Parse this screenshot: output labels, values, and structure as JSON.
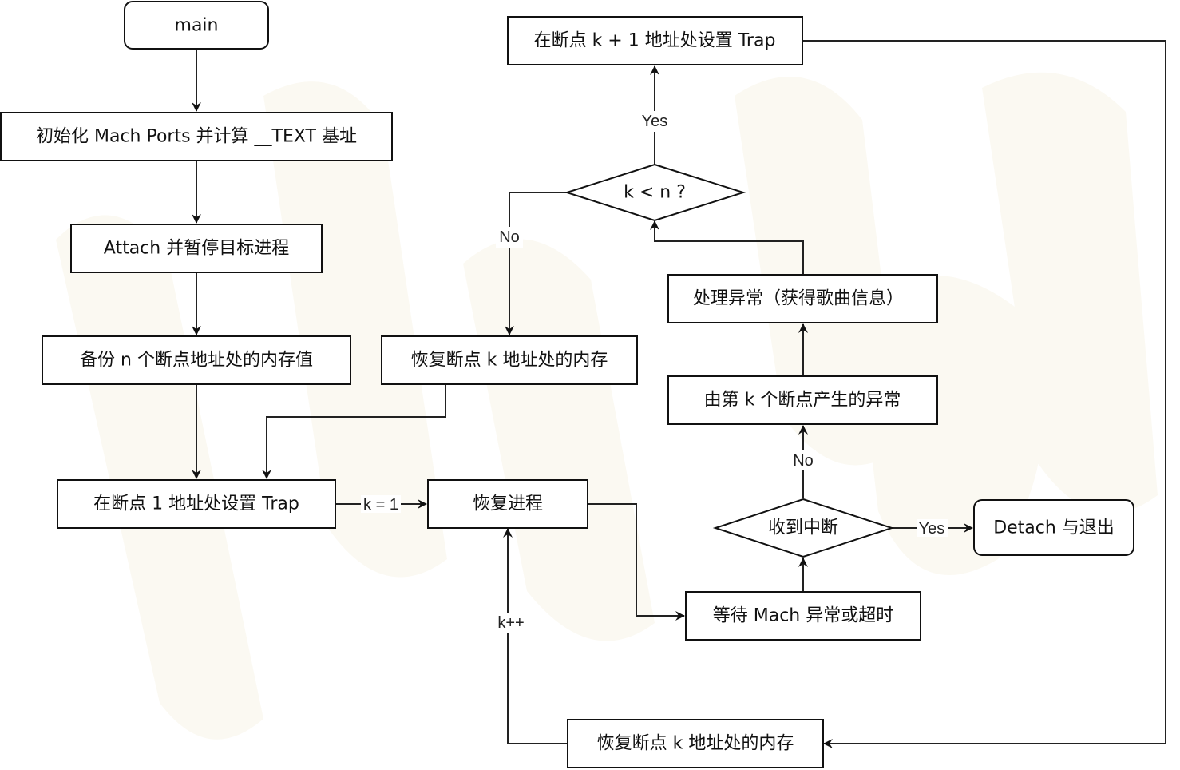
{
  "diagram": {
    "type": "flowchart",
    "nodes": {
      "main": "main",
      "init": "初始化 Mach Ports 并计算 __TEXT 基址",
      "attach": "Attach 并暂停目标进程",
      "backup": "备份 n 个断点地址处的内存值",
      "set_trap_1": "在断点 1 地址处设置 Trap",
      "resume": "恢复进程",
      "wait": "等待 Mach 异常或超时",
      "interrupt": "收到中断",
      "detach": "Detach 与退出",
      "exception_k": "由第 k 个断点产生的异常",
      "handle": "处理异常（获得歌曲信息）",
      "k_lt_n": "k < n ?",
      "set_trap_k1": "在断点 k + 1 地址处设置 Trap",
      "restore_k_top": "恢复断点 k 地址处的内存",
      "restore_k_bottom": "恢复断点 k 地址处的内存"
    },
    "edge_labels": {
      "k_eq_1": "k = 1",
      "yes_detach": "Yes",
      "no_exception": "No",
      "yes_set_trap": "Yes",
      "no_restore": "No",
      "k_inc": "k++"
    },
    "edges": [
      {
        "from": "main",
        "to": "init"
      },
      {
        "from": "init",
        "to": "attach"
      },
      {
        "from": "attach",
        "to": "backup"
      },
      {
        "from": "backup",
        "to": "set_trap_1"
      },
      {
        "from": "restore_k_top",
        "to": "set_trap_1"
      },
      {
        "from": "set_trap_1",
        "to": "resume",
        "label": "k = 1"
      },
      {
        "from": "resume",
        "to": "wait"
      },
      {
        "from": "wait",
        "to": "interrupt"
      },
      {
        "from": "interrupt",
        "to": "detach",
        "label": "Yes"
      },
      {
        "from": "interrupt",
        "to": "exception_k",
        "label": "No"
      },
      {
        "from": "exception_k",
        "to": "handle"
      },
      {
        "from": "handle",
        "to": "k_lt_n"
      },
      {
        "from": "k_lt_n",
        "to": "set_trap_k1",
        "label": "Yes"
      },
      {
        "from": "k_lt_n",
        "to": "restore_k_top",
        "label": "No"
      },
      {
        "from": "set_trap_k1",
        "to": "restore_k_bottom"
      },
      {
        "from": "restore_k_bottom",
        "to": "resume",
        "label": "k++"
      }
    ]
  }
}
